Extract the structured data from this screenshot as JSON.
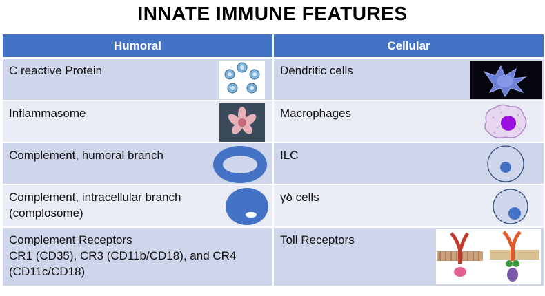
{
  "title": "INNATE IMMUNE FEATURES",
  "headers": {
    "humoral": "Humoral",
    "cellular": "Cellular"
  },
  "rows": [
    {
      "humoral": "C reactive Protein",
      "cellular": "Dendritic cells"
    },
    {
      "humoral": "Inflammasome",
      "cellular": "Macrophages"
    },
    {
      "humoral": "Complement, humoral branch",
      "cellular": "ILC"
    },
    {
      "humoral": "Complement, intracellular branch",
      "humoral_line2": "(complosome)",
      "cellular": "γδ cells"
    },
    {
      "humoral": "Complement Receptors",
      "humoral_line2": "CR1 (CD35), CR3 (CD11b/CD18), and CR4",
      "humoral_line3": "(CD11c/CD18)",
      "cellular": "Toll Receptors"
    }
  ],
  "colors": {
    "header_bg": "#4472c4",
    "row_dark": "#cfd5ea",
    "row_light": "#e9ebf5",
    "shape_blue": "#4472c4"
  },
  "images": [
    "crp-structure-image",
    "inflammasome-image",
    "dendritic-cell-image",
    "macrophage-diagram",
    "toll-receptor-diagrams"
  ]
}
